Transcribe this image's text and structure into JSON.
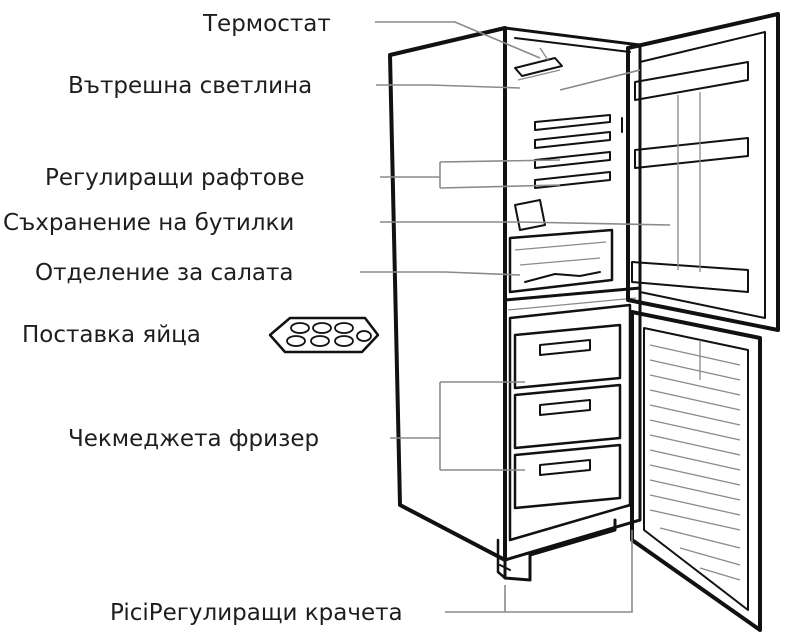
{
  "labels": {
    "thermostat": "Термостат",
    "interior_light": "Вътрешна светлина",
    "adjustable_shelves": "Регулиращи рафтове",
    "bottle_storage": "Съхранение на бутилки",
    "salad_compartment": "Отделение за салата",
    "egg_tray": "Поставка яйца",
    "freezer_drawers": "Чекмеджета фризер",
    "adjustable_feet": "PiciРегулиращи крачета"
  },
  "colors": {
    "ink": "#111111",
    "leader": "#8a8a8a",
    "text": "#1e1e1e"
  }
}
